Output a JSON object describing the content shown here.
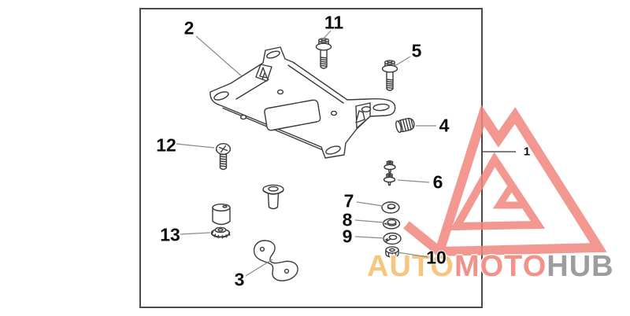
{
  "diagram": {
    "kind": "exploded-parts-diagram",
    "part_count": 13,
    "labels": {
      "p1": "1",
      "p2": "2",
      "p3": "3",
      "p4": "4",
      "p5": "5",
      "p6": "6",
      "p7": "7",
      "p8": "8",
      "p9": "9",
      "p10": "10",
      "p11": "11",
      "p12": "12",
      "p13": "13"
    }
  },
  "watermark": {
    "auto": "AUTO",
    "moto": "MOTO",
    "hub": "HUB"
  },
  "colors": {
    "triangle": "#f2867e",
    "auto_text": "#f6c67e",
    "moto_text": "#f4928a",
    "hub_text": "#9d9d9d",
    "line_art": "#3a3a3a",
    "leader_line": "#8a8a8a",
    "frame_border": "#4a4a4a",
    "label_text": "#0d0d0d",
    "background": "#ffffff"
  }
}
